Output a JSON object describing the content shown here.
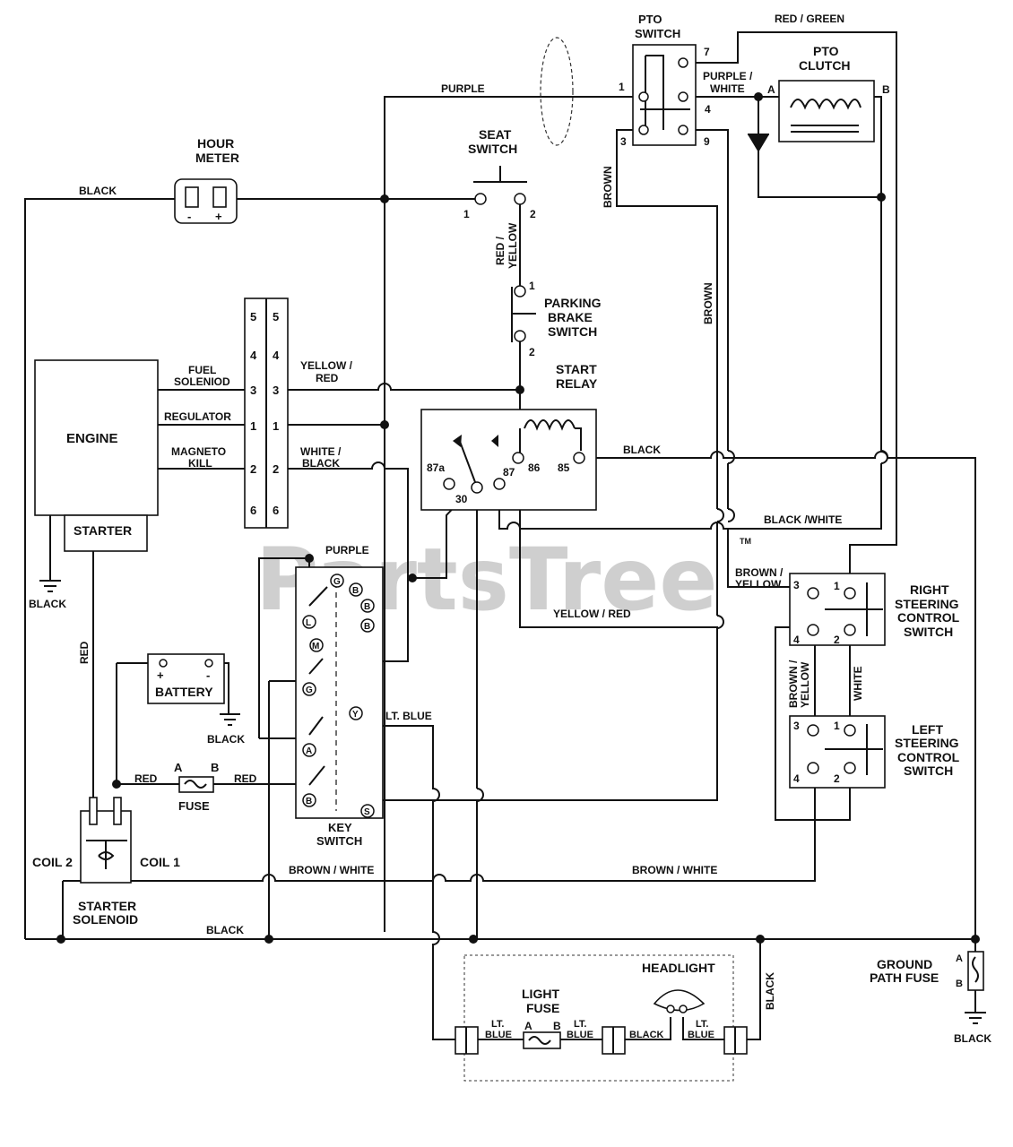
{
  "watermark": {
    "text": "PartsTree",
    "tm": "TM"
  },
  "components": {
    "pto_switch": [
      "PTO",
      "SWITCH"
    ],
    "pto_clutch": [
      "PTO",
      "CLUTCH"
    ],
    "hour_meter": [
      "HOUR",
      "METER"
    ],
    "seat_switch": [
      "SEAT",
      "SWITCH"
    ],
    "parking_brake_switch": [
      "PARKING",
      "BRAKE",
      "SWITCH"
    ],
    "start_relay": [
      "START",
      "RELAY"
    ],
    "engine": "ENGINE",
    "starter": "STARTER",
    "battery": "BATTERY",
    "fuse": "FUSE",
    "key_switch": [
      "KEY",
      "SWITCH"
    ],
    "starter_solenoid": [
      "STARTER",
      "SOLENOID"
    ],
    "coil2": "COIL 2",
    "coil1": "COIL 1",
    "right_steering": [
      "RIGHT",
      "STEERING",
      "CONTROL",
      "SWITCH"
    ],
    "left_steering": [
      "LEFT",
      "STEERING",
      "CONTROL",
      "SWITCH"
    ],
    "headlight": "HEADLIGHT",
    "light_fuse": [
      "LIGHT",
      "FUSE"
    ],
    "ground_path_fuse": [
      "GROUND",
      "PATH FUSE"
    ]
  },
  "engine_pins": {
    "fuel": [
      "FUEL",
      "SOLENIOD"
    ],
    "regulator": "REGULATOR",
    "magneto": [
      "MAGNETO",
      "KILL"
    ]
  },
  "connector_pins": [
    "5",
    "4",
    "3",
    "1",
    "2",
    "6"
  ],
  "wires": {
    "red_green": "RED / GREEN",
    "purple": "PURPLE",
    "purple_white": [
      "PURPLE /",
      "WHITE"
    ],
    "black": "BLACK",
    "brown": "BROWN",
    "red_yellow": [
      "RED /",
      "YELLOW"
    ],
    "yellow_red_top": [
      "YELLOW /",
      "RED"
    ],
    "white_black": [
      "WHITE /",
      "BLACK"
    ],
    "black_white": "BLACK /WHITE",
    "brown_yellow": [
      "BROWN /",
      "YELLOW"
    ],
    "yellow_red": "YELLOW / RED",
    "red": "RED",
    "lt_blue": "LT. BLUE",
    "brown_white": "BROWN / WHITE",
    "white": "WHITE",
    "lt": "LT.",
    "blue": "BLUE"
  },
  "pins": {
    "pto": [
      "7",
      "1",
      "4",
      "3",
      "9"
    ],
    "seat": [
      "1",
      "2"
    ],
    "brake": [
      "1",
      "2"
    ],
    "relay": [
      "87a",
      "30",
      "87",
      "86",
      "85"
    ],
    "steer": [
      "1",
      "2",
      "3",
      "4"
    ],
    "ab": [
      "A",
      "B"
    ],
    "plus": "+",
    "minus": "-",
    "key_letters": [
      "G",
      "B",
      "B",
      "L",
      "B",
      "M",
      "G",
      "Y",
      "A",
      "B",
      "S"
    ]
  }
}
